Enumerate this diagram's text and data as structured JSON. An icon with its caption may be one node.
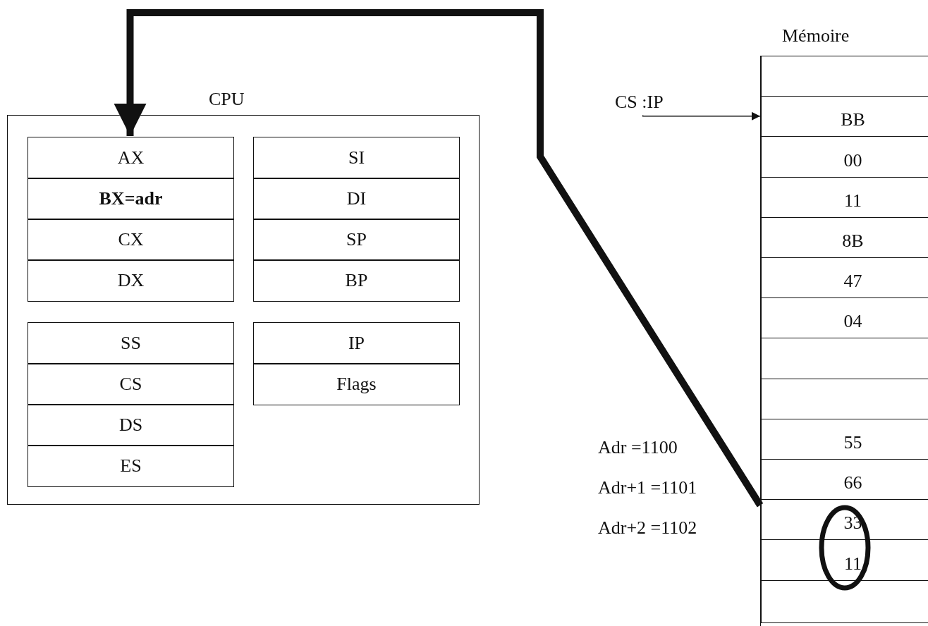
{
  "diagram": {
    "nodes": [
      {
        "text": [
          "CPU"
        ]
      },
      {
        "text": [
          "AX"
        ],
        "in": 0
      },
      {
        "text": [
          "BX=adr"
        ],
        "in": 0
      },
      {
        "text": [
          "CX"
        ],
        "in": 0
      },
      {
        "text": [
          "DX"
        ],
        "in": 0
      },
      {
        "text": [
          "SI"
        ],
        "in": 0
      },
      {
        "text": [
          "DI"
        ],
        "in": 0
      },
      {
        "text": [
          "SP"
        ],
        "in": 0
      },
      {
        "text": [
          "BP"
        ],
        "in": 0
      },
      {
        "text": [
          "SS"
        ],
        "in": 0
      },
      {
        "text": [
          "CS"
        ],
        "in": 0
      },
      {
        "text": [
          "DS"
        ],
        "in": 0
      },
      {
        "text": [
          "ES"
        ],
        "in": 0
      },
      {
        "text": [
          "IP"
        ],
        "in": 0
      },
      {
        "text": [
          "Flags"
        ],
        "in": 0
      },
      {
        "text": [
          "Mémoire"
        ]
      },
      {
        "text": [],
        "shape": "box",
        "in": 15
      },
      {
        "text": [
          "BB"
        ],
        "in": 15
      },
      {
        "text": [
          "00"
        ],
        "in": 15
      },
      {
        "text": [
          "11"
        ],
        "in": 15
      },
      {
        "text": [
          "8B"
        ],
        "in": 15
      },
      {
        "text": [
          "47"
        ],
        "in": 15
      },
      {
        "text": [
          "04"
        ],
        "in": 15
      },
      {
        "text": [],
        "shape": "box",
        "in": 15
      },
      {
        "text": [],
        "shape": "box",
        "in": 15
      },
      {
        "text": [
          "55"
        ],
        "in": 15
      },
      {
        "text": [
          "66"
        ],
        "in": 15
      },
      {
        "text": [
          "33"
        ],
        "in": 15
      },
      {
        "text": [
          "11"
        ],
        "in": 15
      },
      {
        "text": [],
        "shape": "box",
        "in": 15
      },
      {
        "text": [
          "CS :IP"
        ]
      }
    ],
    "edges": [
      {
        "from": 27,
        "to": 1,
        "arrow": "to",
        "style": "thick"
      },
      {
        "from": 30,
        "to": 17,
        "arrow": "to"
      }
    ],
    "labels": [
      "Adr =1100",
      "Adr+1 =1101",
      "Adr+2 =1102"
    ]
  }
}
